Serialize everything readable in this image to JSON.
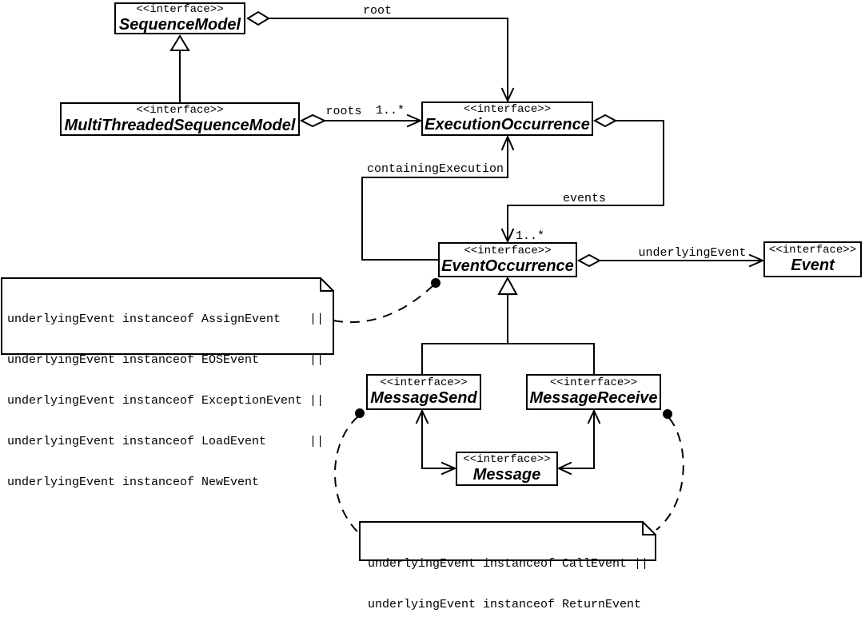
{
  "diagram": {
    "kind": "uml-class-diagram",
    "background_color": "#ffffff",
    "line_color": "#000000"
  },
  "classes": [
    {
      "stereotype": "<<interface>>",
      "name": "SequenceModel"
    },
    {
      "stereotype": "<<interface>>",
      "name": "MultiThreadedSequenceModel"
    },
    {
      "stereotype": "<<interface>>",
      "name": "ExecutionOccurrence"
    },
    {
      "stereotype": "<<interface>>",
      "name": "EventOccurrence"
    },
    {
      "stereotype": "<<interface>>",
      "name": "Event"
    },
    {
      "stereotype": "<<interface>>",
      "name": "MessageSend"
    },
    {
      "stereotype": "<<interface>>",
      "name": "MessageReceive"
    },
    {
      "stereotype": "<<interface>>",
      "name": "Message"
    }
  ],
  "associations": {
    "root": {
      "label": "root"
    },
    "roots": {
      "label": "roots",
      "multiplicity": "1..*"
    },
    "containing_execution": {
      "label": "containingExecution"
    },
    "events": {
      "label": "events",
      "multiplicity": "1..*"
    },
    "underlying_event": {
      "label": "underlyingEvent"
    }
  },
  "notes": [
    {
      "lines": [
        "underlyingEvent instanceof AssignEvent    ||",
        "underlyingEvent instanceof EOSEvent       ||",
        "underlyingEvent instanceof ExceptionEvent ||",
        "underlyingEvent instanceof LoadEvent      ||",
        "underlyingEvent instanceof NewEvent"
      ]
    },
    {
      "lines": [
        "underlyingEvent instanceof CallEvent ||",
        "underlyingEvent instanceof ReturnEvent"
      ]
    }
  ]
}
